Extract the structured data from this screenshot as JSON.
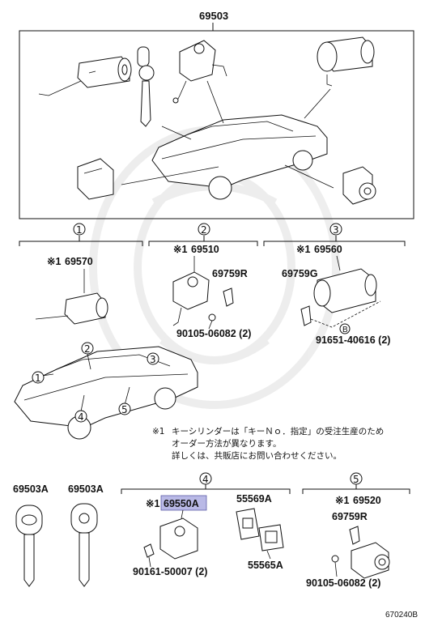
{
  "diagram": {
    "top_group_part": "69503",
    "sections": [
      {
        "num": "1",
        "part_marker": "※1",
        "part": "69570"
      },
      {
        "num": "2",
        "part_marker": "※1",
        "part": "69510",
        "parts": [
          "69759R",
          "90105-06082 (2)"
        ]
      },
      {
        "num": "3",
        "part_marker": "※1",
        "part": "69560",
        "parts": [
          "69759G",
          "91651-40616 (2)"
        ],
        "ref_letter": "B"
      },
      {
        "num": "4",
        "part_marker": "※1",
        "part": "69550A",
        "parts": [
          "55569A",
          "55565A",
          "90161-50007 (2)"
        ]
      },
      {
        "num": "5",
        "part_marker": "※1",
        "part": "69520",
        "parts": [
          "69759R",
          "90105-06082 (2)"
        ]
      }
    ],
    "keys": [
      "69503A",
      "69503A"
    ],
    "car_callouts": [
      "1",
      "2",
      "3",
      "4",
      "5"
    ],
    "note": {
      "marker": "※1",
      "lines": [
        "キーシリンダーは「キーＮｏ．指定」の受注生産のため",
        "オーダー方法が異なります。",
        "詳しくは、共販店にお問い合わせください。"
      ]
    },
    "figure_id": "670240B",
    "highlight_color": "#b9b9e6"
  }
}
